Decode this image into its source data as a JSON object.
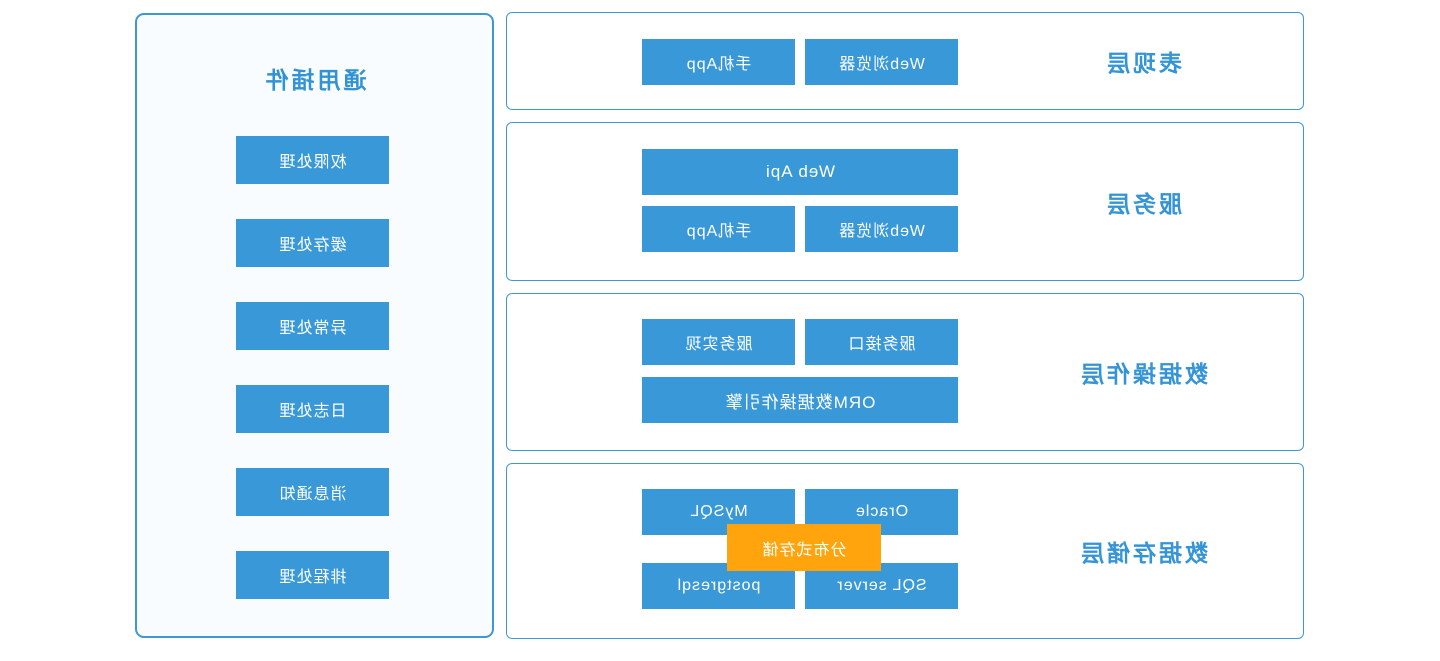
{
  "presentation": {
    "horizontally_mirrored": true
  },
  "colors": {
    "node_blue": "#3999d8",
    "border_blue": "#3f97d6",
    "label_blue": "#3494d6",
    "overlay_orange": "#ffa40d",
    "panel_background": "#f8fcff",
    "node_text": "#ffffff",
    "page_background": "#ffffff"
  },
  "layers": [
    {
      "label": "表现层",
      "rows": [
        [
          "Web浏览器",
          "手机App"
        ]
      ]
    },
    {
      "label": "服务层",
      "rows": [
        [
          "Web Api"
        ],
        [
          "Web浏览器",
          "手机App"
        ]
      ]
    },
    {
      "label": "数据操作层",
      "rows": [
        [
          "服务接口",
          "服务实现"
        ],
        [
          "ORM数据操作引擎"
        ]
      ]
    },
    {
      "label": "数据存储层",
      "rows": [
        [
          "Oracle",
          "MySQL"
        ],
        [
          "SQL server",
          "postgresql"
        ]
      ],
      "overlay": "分布式存储"
    }
  ],
  "plugins_panel": {
    "title": "通用插件",
    "items": [
      "权限处理",
      "缓存处理",
      "异常处理",
      "日志处理",
      "消息通知",
      "排程处理"
    ]
  }
}
